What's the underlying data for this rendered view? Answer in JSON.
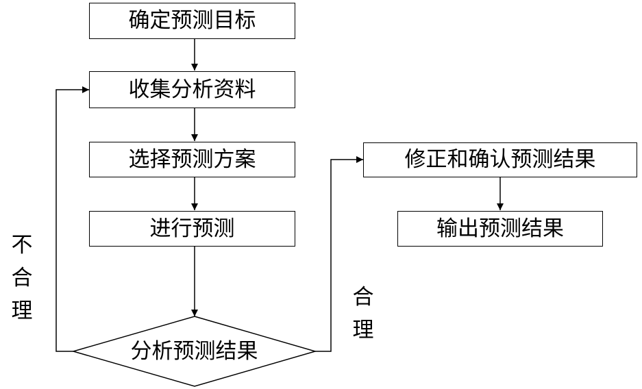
{
  "flowchart": {
    "steps": {
      "determine_goal": "确定预测目标",
      "collect_analyze": "收集分析资料",
      "select_plan": "选择预测方案",
      "perform": "进行预测",
      "analyze_result": "分析预测结果",
      "revise_confirm": "修正和确认预测结果",
      "output": "输出预测结果"
    },
    "branches": {
      "unreasonable": [
        "不",
        "合",
        "理"
      ],
      "reasonable": [
        "合",
        "理"
      ]
    }
  }
}
